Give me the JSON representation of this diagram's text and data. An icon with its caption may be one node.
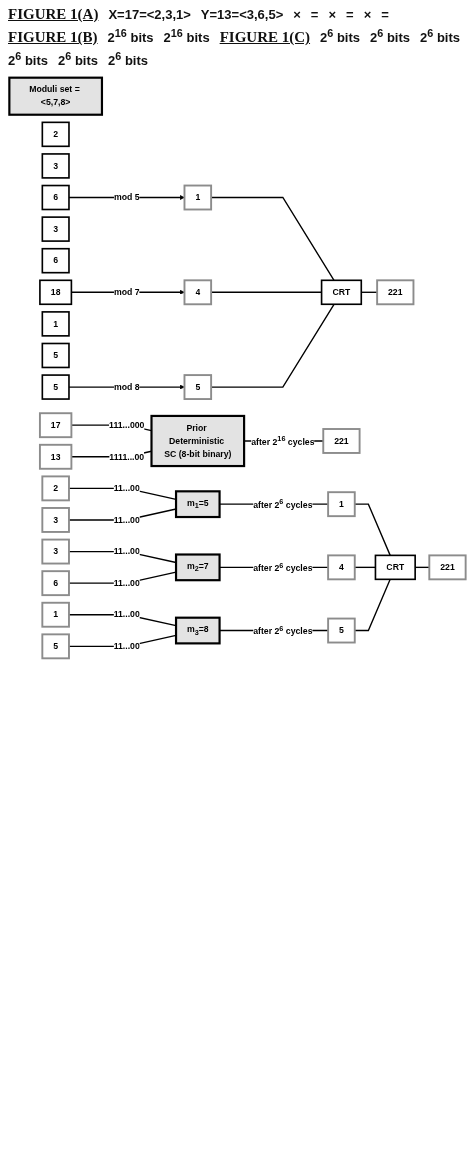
{
  "diagram": {
    "nodes": [
      {
        "text": [
          "Moduli set = <5,7,8>"
        ]
      },
      {
        "text": [
          "2"
        ]
      },
      {
        "text": [
          "3"
        ]
      },
      {
        "text": [
          "6"
        ]
      },
      {
        "text": [
          "1"
        ]
      },
      {
        "text": [
          "3"
        ]
      },
      {
        "text": [
          "6"
        ]
      },
      {
        "text": [
          "18"
        ]
      },
      {
        "text": [
          "4"
        ]
      },
      {
        "text": [
          "1"
        ]
      },
      {
        "text": [
          "5"
        ]
      },
      {
        "text": [
          "5"
        ]
      },
      {
        "text": [
          "5"
        ]
      },
      {
        "text": [
          "CRT"
        ]
      },
      {
        "text": [
          "221"
        ]
      },
      {
        "text": [
          "17"
        ]
      },
      {
        "text": [
          "13"
        ]
      },
      {
        "text": [
          "Prior Deterministic SC (8-bit binary)"
        ]
      },
      {
        "text": [
          "221"
        ]
      },
      {
        "text": [
          "2"
        ]
      },
      {
        "text": [
          "3"
        ]
      },
      {
        "text": [
          "m$_{1}$=5"
        ]
      },
      {
        "text": [
          "1"
        ]
      },
      {
        "text": [
          "3"
        ]
      },
      {
        "text": [
          "6"
        ]
      },
      {
        "text": [
          "m$_{2}$=7"
        ]
      },
      {
        "text": [
          "4"
        ]
      },
      {
        "text": [
          "1"
        ]
      },
      {
        "text": [
          "5"
        ]
      },
      {
        "text": [
          "m$_{3}$=8"
        ]
      },
      {
        "text": [
          "5"
        ]
      },
      {
        "text": [
          "CRT"
        ]
      },
      {
        "text": [
          "221"
        ]
      }
    ],
    "edges": [
      {
        "from": 3,
        "to": 4,
        "arrow": "to",
        "label": "mod 5"
      },
      {
        "from": 7,
        "to": 8,
        "arrow": "to",
        "label": "mod 7"
      },
      {
        "from": 11,
        "to": 12,
        "arrow": "to",
        "label": "mod 8"
      },
      {
        "from": 4,
        "to": 13,
        "arrow": "none"
      },
      {
        "from": 8,
        "to": 13,
        "arrow": "none"
      },
      {
        "from": 12,
        "to": 13,
        "arrow": "none"
      },
      {
        "from": 13,
        "to": 14,
        "arrow": "none"
      },
      {
        "from": 15,
        "to": 17,
        "arrow": "none",
        "label": "111...000"
      },
      {
        "from": 16,
        "to": 17,
        "arrow": "none",
        "label": "1111...00"
      },
      {
        "from": 17,
        "to": 18,
        "arrow": "none",
        "label": "after 2$^{16}$ cycles"
      },
      {
        "from": 19,
        "to": 21,
        "arrow": "none",
        "label": "11...00"
      },
      {
        "from": 20,
        "to": 21,
        "arrow": "none",
        "label": "11...00"
      },
      {
        "from": 21,
        "to": 22,
        "arrow": "none",
        "label": "after 2$^{6}$ cycles"
      },
      {
        "from": 23,
        "to": 25,
        "arrow": "none",
        "label": "11...00"
      },
      {
        "from": 24,
        "to": 25,
        "arrow": "none",
        "label": "11...00"
      },
      {
        "from": 25,
        "to": 26,
        "arrow": "none",
        "label": "after 2$^{6}$ cycles"
      },
      {
        "from": 27,
        "to": 29,
        "arrow": "none",
        "label": "11...00"
      },
      {
        "from": 28,
        "to": 29,
        "arrow": "none",
        "label": "11...00"
      },
      {
        "from": 29,
        "to": 30,
        "arrow": "none",
        "label": "after 2$^{6}$ cycles"
      },
      {
        "from": 22,
        "to": 31,
        "arrow": "none"
      },
      {
        "from": 26,
        "to": 31,
        "arrow": "none"
      },
      {
        "from": 30,
        "to": 31,
        "arrow": "none"
      },
      {
        "from": 31,
        "to": 32,
        "arrow": "none"
      }
    ],
    "labels": [
      "FIGURE 1(A)",
      "X=17=<2,3,1>",
      "Y=13=<3,6,5>",
      "×",
      "=",
      "×",
      "=",
      "×",
      "=",
      "FIGURE 1(B)",
      "2$^{16}$ bits",
      "2$^{16}$ bits",
      "FIGURE 1(C)",
      "2$^{6}$ bits",
      "2$^{6}$ bits",
      "2$^{6}$ bits",
      "2$^{6}$ bits",
      "2$^{6}$ bits",
      "2$^{6}$ bits"
    ]
  }
}
